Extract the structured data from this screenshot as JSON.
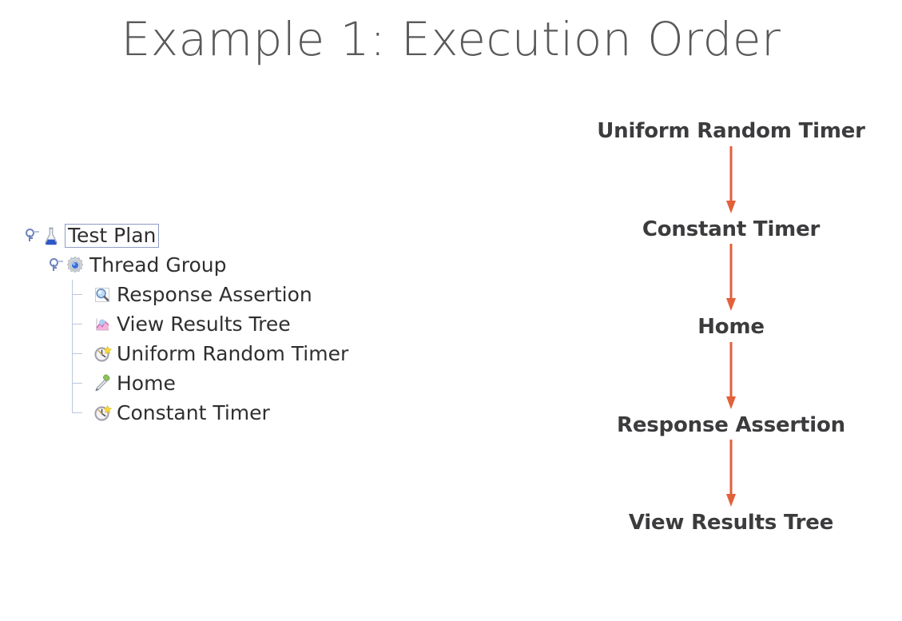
{
  "slide": {
    "title": "Example 1: Execution Order",
    "title_color": "#58595b",
    "background": "#ffffff"
  },
  "tree": {
    "name": "jmeter-test-plan-tree",
    "selected_node": "Test Plan",
    "nodes": [
      {
        "label": "Test Plan",
        "icon": "flask-icon",
        "depth": 0,
        "expanded": true,
        "selected": true
      },
      {
        "label": "Thread Group",
        "icon": "gear-icon",
        "depth": 1,
        "expanded": true,
        "selected": false
      },
      {
        "label": "Response Assertion",
        "icon": "magnifier-page-icon",
        "depth": 2,
        "expanded": false,
        "selected": false
      },
      {
        "label": "View Results Tree",
        "icon": "area-chart-icon",
        "depth": 2,
        "expanded": false,
        "selected": false
      },
      {
        "label": "Uniform Random Timer",
        "icon": "clock-star-icon",
        "depth": 2,
        "expanded": false,
        "selected": false
      },
      {
        "label": "Home",
        "icon": "eyedropper-icon",
        "depth": 2,
        "expanded": false,
        "selected": false
      },
      {
        "label": "Constant Timer",
        "icon": "clock-star-icon",
        "depth": 2,
        "expanded": false,
        "selected": false
      }
    ]
  },
  "flow": {
    "name": "execution-order-flow",
    "arrow_color": "#e2603a",
    "label_color": "#3c3c3e",
    "steps": [
      {
        "label": "Uniform Random Timer"
      },
      {
        "label": "Constant Timer"
      },
      {
        "label": "Home"
      },
      {
        "label": "Response Assertion"
      },
      {
        "label": "View Results Tree"
      }
    ]
  }
}
